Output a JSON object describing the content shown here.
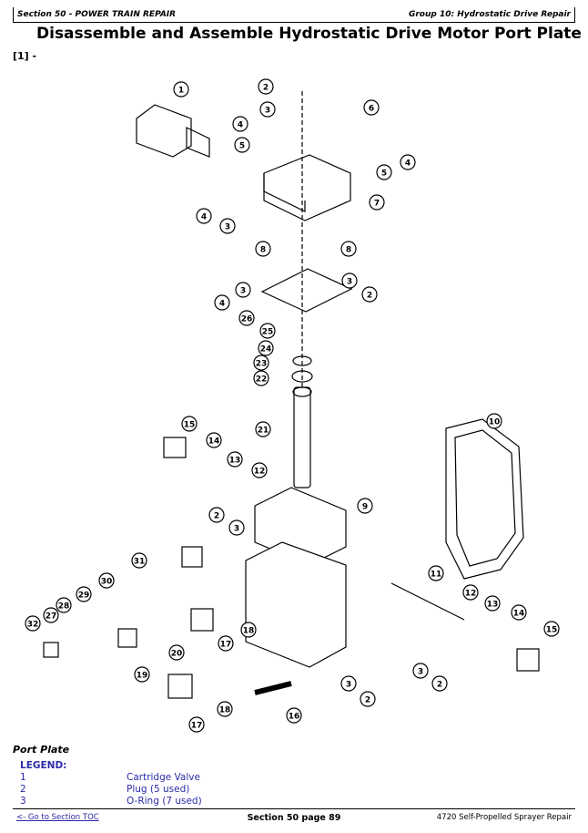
{
  "header": {
    "section": "Section 50 - POWER TRAIN REPAIR",
    "group": "Group 10: Hydrostatic Drive Repair"
  },
  "title": "Disassemble and Assemble Hydrostatic Drive Motor Port Plate",
  "figure_ref": "[1] -",
  "figure": {
    "callouts": [
      "1",
      "2",
      "3",
      "6",
      "4",
      "5",
      "5",
      "4",
      "7",
      "4",
      "3",
      "8",
      "8",
      "3",
      "4",
      "3",
      "2",
      "26",
      "25",
      "24",
      "23",
      "22",
      "21",
      "10",
      "15",
      "14",
      "13",
      "12",
      "9",
      "2",
      "3",
      "31",
      "30",
      "29",
      "28",
      "27",
      "32",
      "11",
      "12",
      "13",
      "14",
      "15",
      "18",
      "17",
      "20",
      "19",
      "3",
      "2",
      "3",
      "2",
      "18",
      "17",
      "16"
    ]
  },
  "caption": "Port Plate",
  "legend": {
    "heading": "LEGEND:",
    "items": [
      {
        "num": "1",
        "desc": "Cartridge Valve"
      },
      {
        "num": "2",
        "desc": "Plug (5 used)"
      },
      {
        "num": "3",
        "desc": "O-Ring (7 used)"
      }
    ]
  },
  "footer": {
    "toc_link": "<- Go to Section TOC",
    "page": "Section 50 page 89",
    "book": "4720 Self-Propelled Sprayer Repair"
  }
}
